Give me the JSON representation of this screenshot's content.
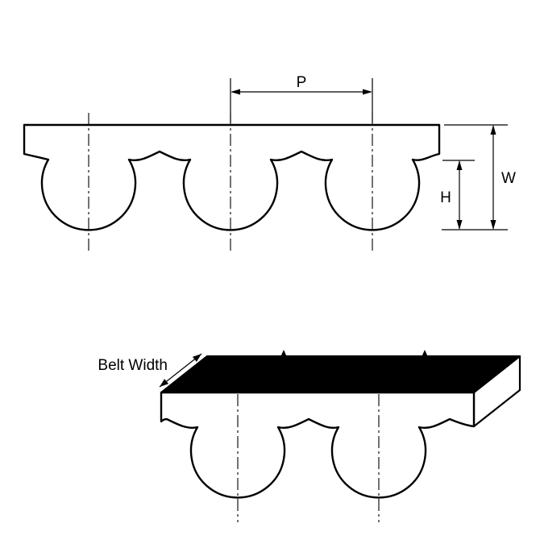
{
  "page": {
    "background": "#ffffff"
  },
  "colors": {
    "line": "#000000",
    "belt_fill": "#ffffff",
    "top_face": "#000000"
  },
  "profile_view": {
    "pitch_label": "P",
    "thickness_label": "W",
    "tooth_height_label": "H"
  },
  "perspective_view": {
    "belt_width_label": "Belt Width"
  }
}
